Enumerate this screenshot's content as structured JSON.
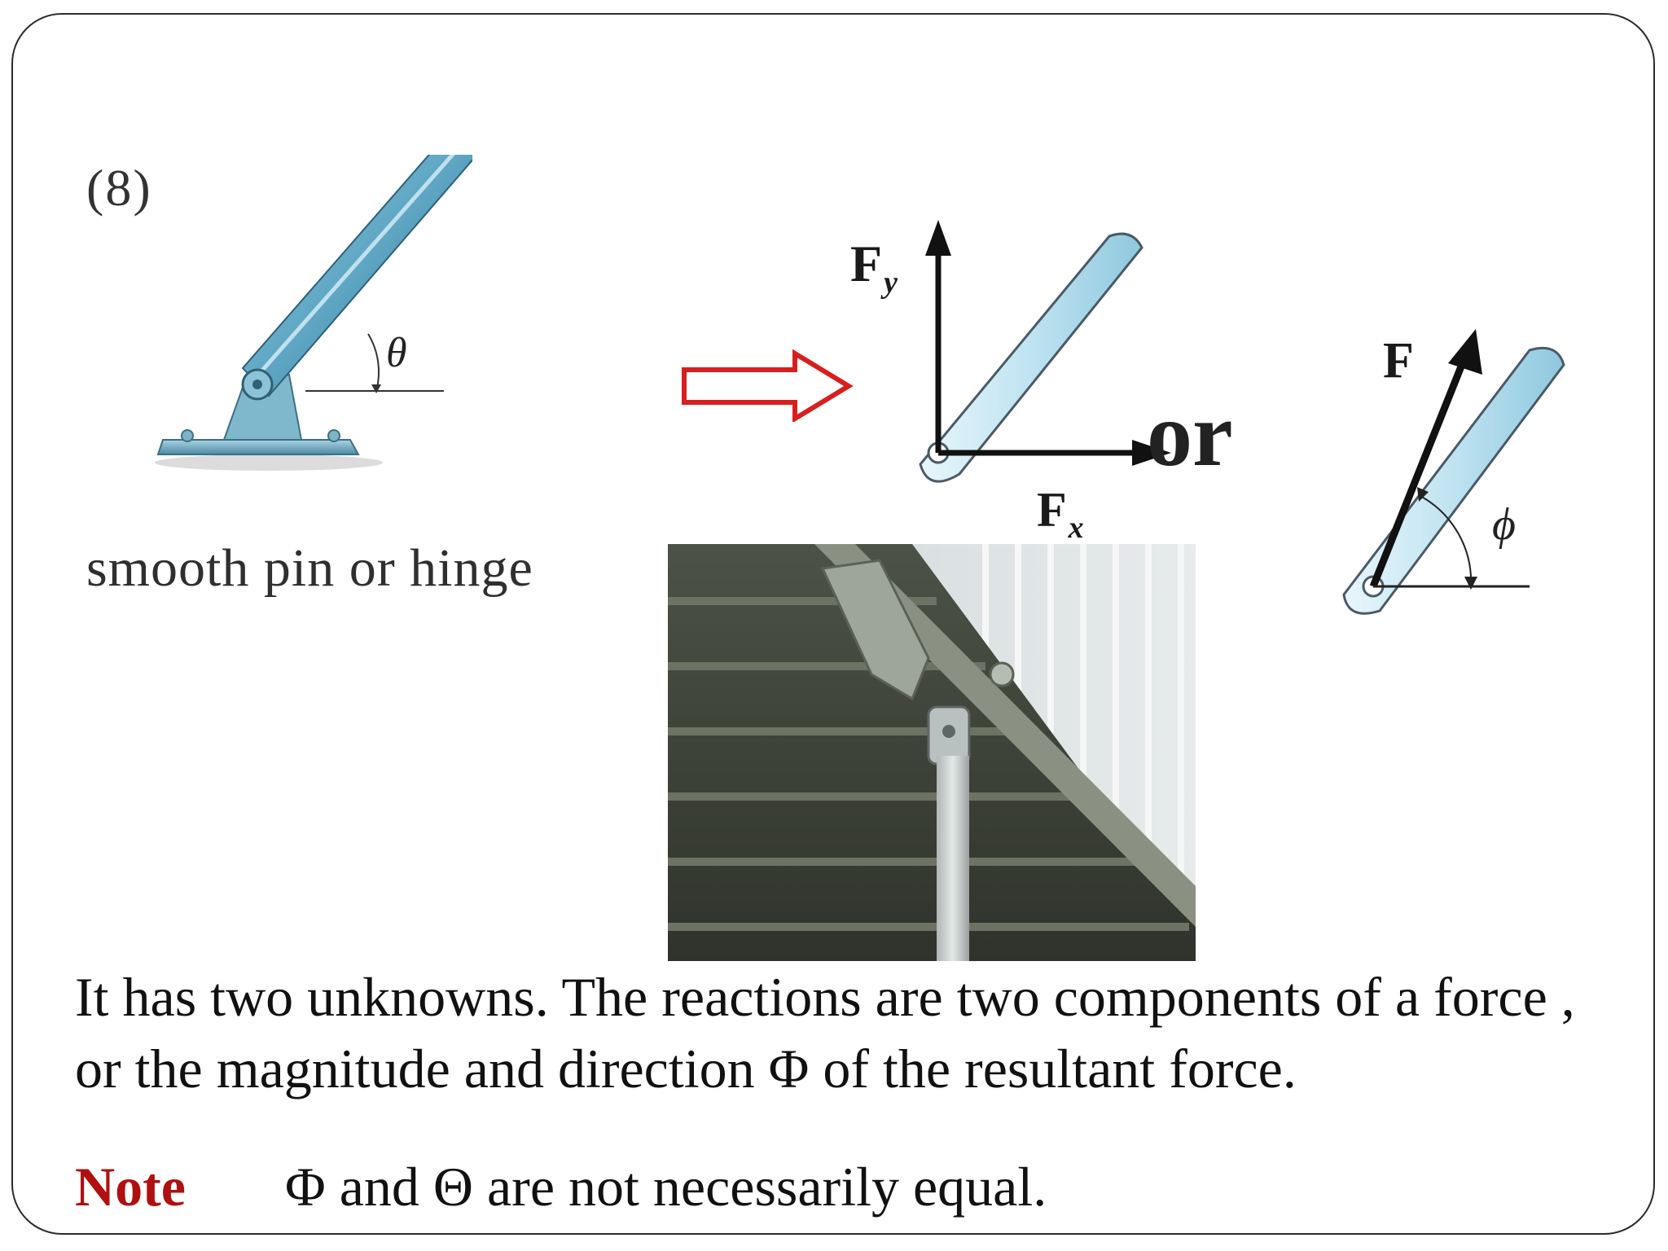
{
  "figure": {
    "number_label": "(8)",
    "caption": "smooth pin or hinge",
    "theta_symbol": "θ",
    "phi_symbol": "ϕ",
    "fy_label": "F",
    "fy_subscript": "y",
    "fx_label": "F",
    "fx_subscript": "x",
    "resultant_label": "F",
    "or_text": "or"
  },
  "body": {
    "text": "It has two unknowns. The reactions are two components of a force , or the magnitude and direction Φ of the resultant force."
  },
  "note": {
    "label": "Note",
    "text": "Φ and Θ are not necessarily equal."
  },
  "colors": {
    "note_label": "#b01010",
    "arrow_outline": "#d81f1f",
    "member_fill": "#bfe3f1",
    "member_outline": "#4a5a66"
  }
}
